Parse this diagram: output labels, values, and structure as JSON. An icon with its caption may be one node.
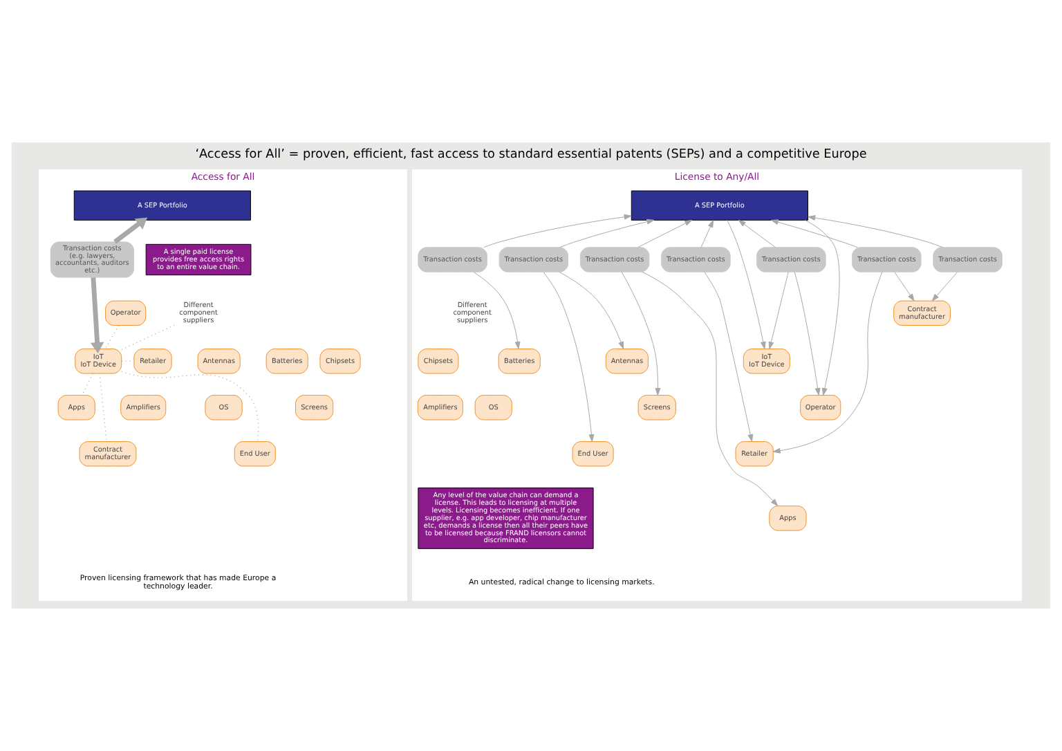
{
  "diagram": {
    "title": "‘Access for All’ = proven, efficient, fast access to standard essential patents (SEPs) and a competitive Europe",
    "nodes": [
      {
        "text": [
          "Access for All"
        ],
        "beside": [
          "Proven licensing framework that has made Europe a technology leader."
        ]
      },
      {
        "text": [
          "A SEP Portfolio"
        ],
        "in": 0
      },
      {
        "text": [
          "A single paid license provides free access rights to an entire value chain."
        ],
        "in": 0
      },
      {
        "text": [
          "Transaction costs",
          "(e.g. lawyers, accountants, auditors etc.)"
        ],
        "in": 0
      },
      {
        "text": [
          "Different component suppliers"
        ],
        "in": 0
      },
      {
        "text": [
          "Batteries"
        ],
        "in": 0
      },
      {
        "text": [
          "Chipsets"
        ],
        "in": 0
      },
      {
        "text": [
          "Antennas"
        ],
        "in": 0
      },
      {
        "text": [
          "Screens"
        ],
        "in": 0
      },
      {
        "text": [
          "OS"
        ],
        "in": 0
      },
      {
        "text": [
          "Amplifiers"
        ],
        "in": 0
      },
      {
        "text": [
          "IoT",
          "IoT Device"
        ],
        "in": 0
      },
      {
        "text": [
          "Operator"
        ],
        "in": 0
      },
      {
        "text": [
          "Retailer"
        ],
        "in": 0
      },
      {
        "text": [
          "Apps"
        ],
        "in": 0
      },
      {
        "text": [
          "End User"
        ],
        "in": 0
      },
      {
        "text": [
          "Contract manufacturer"
        ],
        "in": 0
      },
      {
        "text": [
          "License to Any/All"
        ],
        "beside": [
          "An untested, radical change to licensing markets."
        ]
      },
      {
        "text": [
          "A SEP Portfolio"
        ],
        "in": 17
      },
      {
        "text": [
          "Transaction costs"
        ],
        "in": 17
      },
      {
        "text": [
          "Transaction costs"
        ],
        "in": 17
      },
      {
        "text": [
          "Transaction costs"
        ],
        "in": 17
      },
      {
        "text": [
          "Transaction costs"
        ],
        "in": 17
      },
      {
        "text": [
          "Transaction costs"
        ],
        "in": 17
      },
      {
        "text": [
          "Transaction costs"
        ],
        "in": 17
      },
      {
        "text": [
          "Transaction costs"
        ],
        "in": 17
      },
      {
        "text": [
          "Different component suppliers"
        ],
        "in": 17
      },
      {
        "text": [
          "Batteries"
        ],
        "in": 17
      },
      {
        "text": [
          "Chipsets"
        ],
        "in": 17
      },
      {
        "text": [
          "Antennas"
        ],
        "in": 17
      },
      {
        "text": [
          "Screens"
        ],
        "in": 17
      },
      {
        "text": [
          "OS"
        ],
        "in": 17
      },
      {
        "text": [
          "Amplifiers"
        ],
        "in": 17
      },
      {
        "text": [
          "IoT",
          "IoT Device"
        ],
        "in": 17
      },
      {
        "text": [
          "Contract manufacturer"
        ],
        "in": 17
      },
      {
        "text": [
          "Operator"
        ],
        "in": 17
      },
      {
        "text": [
          "Retailer"
        ],
        "in": 17
      },
      {
        "text": [
          "End User"
        ],
        "in": 17
      },
      {
        "text": [
          "Apps"
        ],
        "in": 17
      },
      {
        "text": [
          "Any level of the value chain can demand a license. This leads to licensing at multiple levels. Licensing becomes inefficient. If one supplier, e.g. app developer, chip manufacturer etc, demands a license then all their peers have to be licensed because FRAND licensors cannot discriminate."
        ],
        "in": 17
      }
    ],
    "edges": [
      {
        "from": 3,
        "to": 1,
        "arrow": "to",
        "style": "thick"
      },
      {
        "from": 3,
        "to": 11,
        "arrow": "to",
        "style": "thick"
      },
      {
        "from": 11,
        "to": 4,
        "arrow": "none",
        "style": "dashed"
      },
      {
        "from": 11,
        "to": 12,
        "arrow": "none",
        "style": "dashed"
      },
      {
        "from": 11,
        "to": 13,
        "arrow": "none",
        "style": "dashed"
      },
      {
        "from": 11,
        "to": 14,
        "arrow": "none",
        "style": "dashed"
      },
      {
        "from": 11,
        "to": 15,
        "arrow": "none",
        "style": "dashed"
      },
      {
        "from": 11,
        "to": 16,
        "arrow": "none",
        "style": "dashed"
      },
      {
        "from": 19,
        "to": 18,
        "arrow": "to"
      },
      {
        "from": 20,
        "to": 18,
        "arrow": "to"
      },
      {
        "from": 21,
        "to": 18,
        "arrow": "to"
      },
      {
        "from": 22,
        "to": 18,
        "arrow": "to"
      },
      {
        "from": 23,
        "to": 18,
        "arrow": "to"
      },
      {
        "from": 24,
        "to": 18,
        "arrow": "to"
      },
      {
        "from": 25,
        "to": 18,
        "arrow": "to"
      },
      {
        "from": 19,
        "to": 27,
        "arrow": "to"
      },
      {
        "from": 20,
        "to": 30,
        "arrow": "to"
      },
      {
        "from": 20,
        "to": 38,
        "arrow": "to"
      },
      {
        "from": 21,
        "to": 29,
        "arrow": "to"
      },
      {
        "from": 21,
        "to": 37,
        "arrow": "to"
      },
      {
        "from": 22,
        "to": 36,
        "arrow": "to"
      },
      {
        "from": 23,
        "to": 33,
        "arrow": "to"
      },
      {
        "from": 23,
        "to": 35,
        "arrow": "to"
      },
      {
        "from": 24,
        "to": 34,
        "arrow": "to"
      },
      {
        "from": 24,
        "to": 36,
        "arrow": "to"
      },
      {
        "from": 25,
        "to": 34,
        "arrow": "to"
      },
      {
        "from": 18,
        "to": 33,
        "arrow": "to"
      },
      {
        "from": 18,
        "to": 35,
        "arrow": "to"
      }
    ]
  }
}
